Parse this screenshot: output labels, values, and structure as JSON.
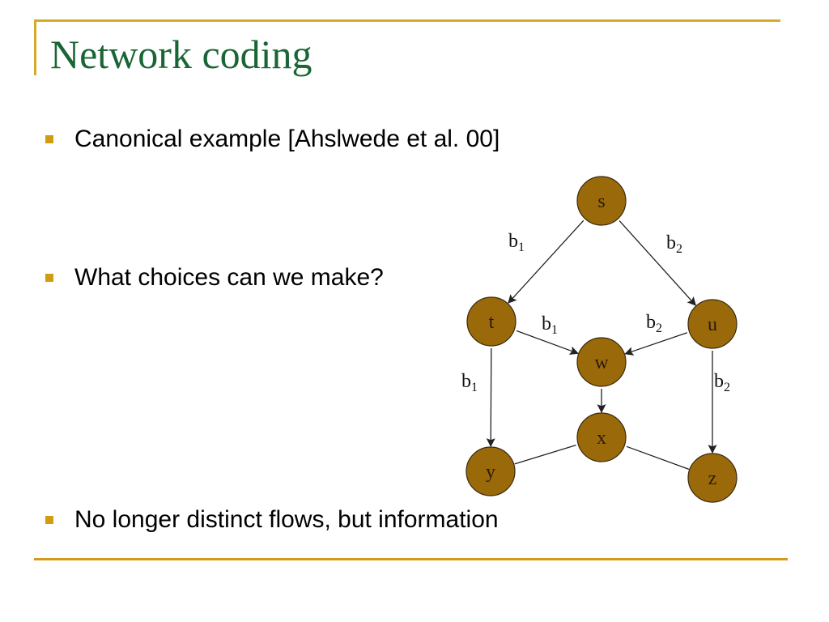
{
  "slide": {
    "title": "Network coding",
    "bullets": [
      "Canonical example [Ahslwede et al. 00]",
      "What choices can we make?",
      "No longer distinct flows, but information"
    ]
  },
  "colors": {
    "title": "#1a6535",
    "rule": "#d4ab2a",
    "bullet": "#cf9c12",
    "node_fill": "#9a6a0a"
  },
  "graph": {
    "nodes": [
      {
        "id": "s",
        "label": "s"
      },
      {
        "id": "t",
        "label": "t"
      },
      {
        "id": "u",
        "label": "u"
      },
      {
        "id": "w",
        "label": "w"
      },
      {
        "id": "x",
        "label": "x"
      },
      {
        "id": "y",
        "label": "y"
      },
      {
        "id": "z",
        "label": "z"
      }
    ],
    "edges": [
      {
        "from": "s",
        "to": "t",
        "directed": true,
        "label": "b",
        "sub": "1"
      },
      {
        "from": "s",
        "to": "u",
        "directed": true,
        "label": "b",
        "sub": "2"
      },
      {
        "from": "t",
        "to": "w",
        "directed": true,
        "label": "b",
        "sub": "1"
      },
      {
        "from": "u",
        "to": "w",
        "directed": true,
        "label": "b",
        "sub": "2"
      },
      {
        "from": "t",
        "to": "y",
        "directed": true,
        "label": "b",
        "sub": "1"
      },
      {
        "from": "u",
        "to": "z",
        "directed": true,
        "label": "b",
        "sub": "2"
      },
      {
        "from": "w",
        "to": "x",
        "directed": true,
        "label": "",
        "sub": ""
      },
      {
        "from": "x",
        "to": "y",
        "directed": false,
        "label": "",
        "sub": ""
      },
      {
        "from": "x",
        "to": "z",
        "directed": false,
        "label": "",
        "sub": ""
      }
    ]
  }
}
